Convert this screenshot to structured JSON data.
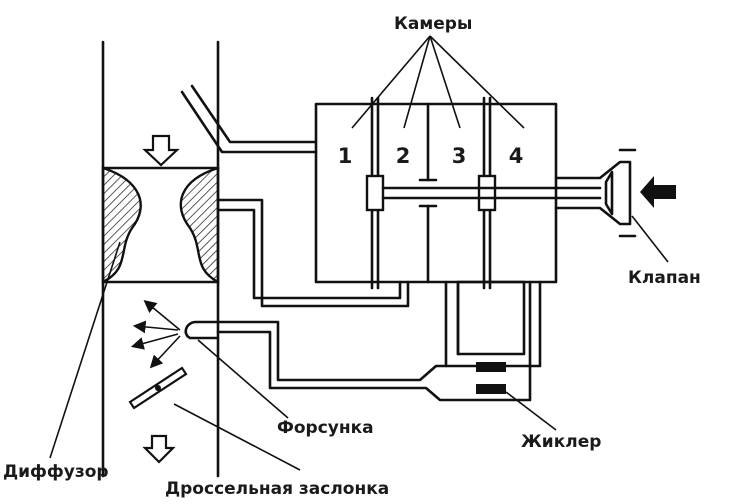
{
  "labels": {
    "chambers": "Камеры",
    "valve": "Клапан",
    "nozzle": "Форсунка",
    "jet": "Жиклер",
    "diffuser": "Диффузор",
    "throttle": "Дроссельная заслонка"
  },
  "chamber_numbers": [
    "1",
    "2",
    "3",
    "4"
  ],
  "colors": {
    "ink": "#111111",
    "background": "#ffffff"
  },
  "icons": [
    "flow-arrow-down-icon",
    "flow-arrow-left-icon",
    "spray-arrow-icon"
  ]
}
